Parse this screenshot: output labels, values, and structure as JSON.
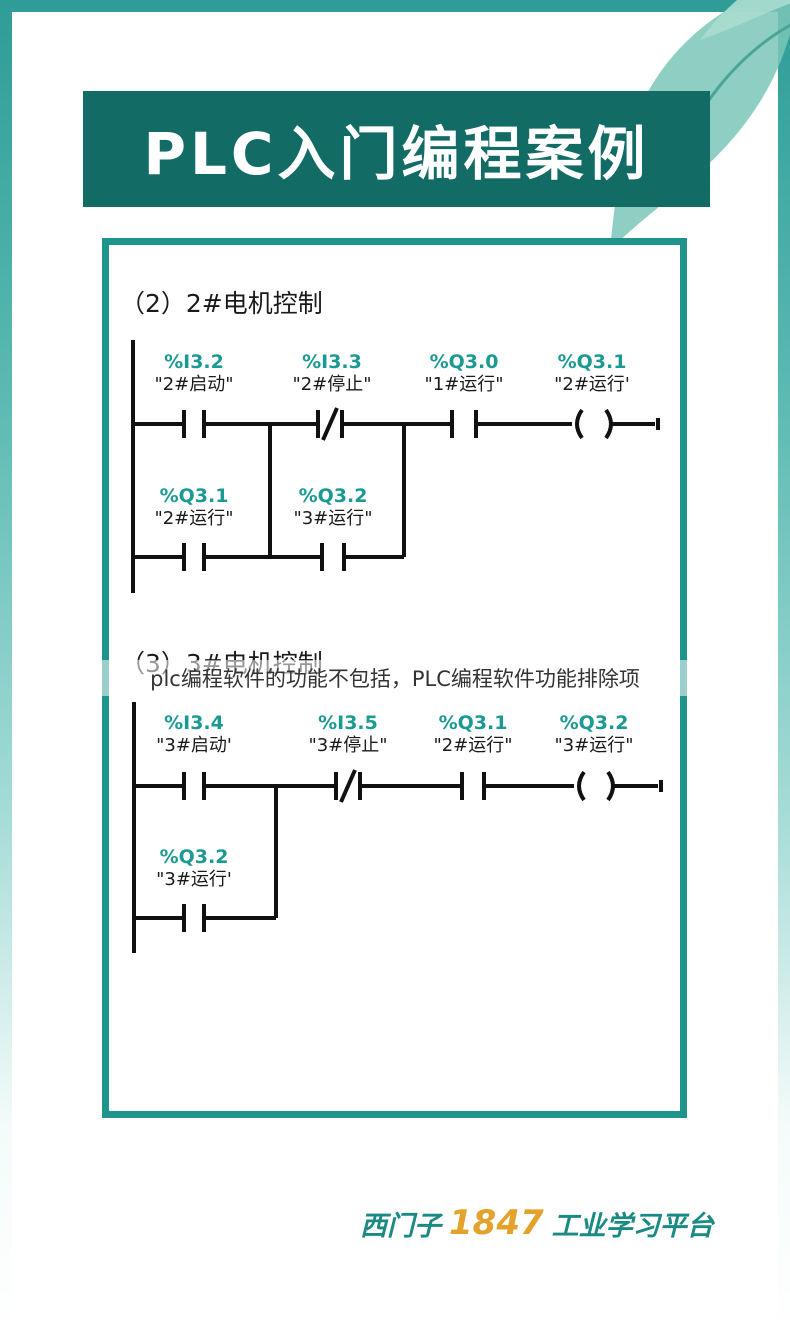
{
  "header": {
    "title": "PLC入门编程案例"
  },
  "section2": {
    "title": "（2）2#电机控制",
    "rung1": [
      {
        "address": "%I3.2",
        "tag": "\"2#启动\""
      },
      {
        "address": "%I3.3",
        "tag": "\"2#停止\""
      },
      {
        "address": "%Q3.0",
        "tag": "\"1#运行\""
      },
      {
        "address": "%Q3.1",
        "tag": "\"2#运行'"
      }
    ],
    "rung2": [
      {
        "address": "%Q3.1",
        "tag": "\"2#运行\""
      },
      {
        "address": "%Q3.2",
        "tag": "\"3#运行\""
      }
    ]
  },
  "section3": {
    "title": "（3）3#电机控制",
    "rung1": [
      {
        "address": "%I3.4",
        "tag": "\"3#启动'"
      },
      {
        "address": "%I3.5",
        "tag": "\"3#停止\""
      },
      {
        "address": "%Q3.1",
        "tag": "\"2#运行\""
      },
      {
        "address": "%Q3.2",
        "tag": "\"3#运行\""
      }
    ],
    "rung2": [
      {
        "address": "%Q3.2",
        "tag": "\"3#运行'"
      }
    ]
  },
  "overlay_caption": "plc编程软件的功能不包括，PLC编程软件功能排除项",
  "footer": {
    "brand": "西门子",
    "number": "1847",
    "subtitle": "工业学习平台"
  },
  "colors": {
    "banner": "#136b65",
    "panel_border": "#1f948d",
    "address_text": "#1b9a93",
    "accent": "#e3a22a"
  }
}
